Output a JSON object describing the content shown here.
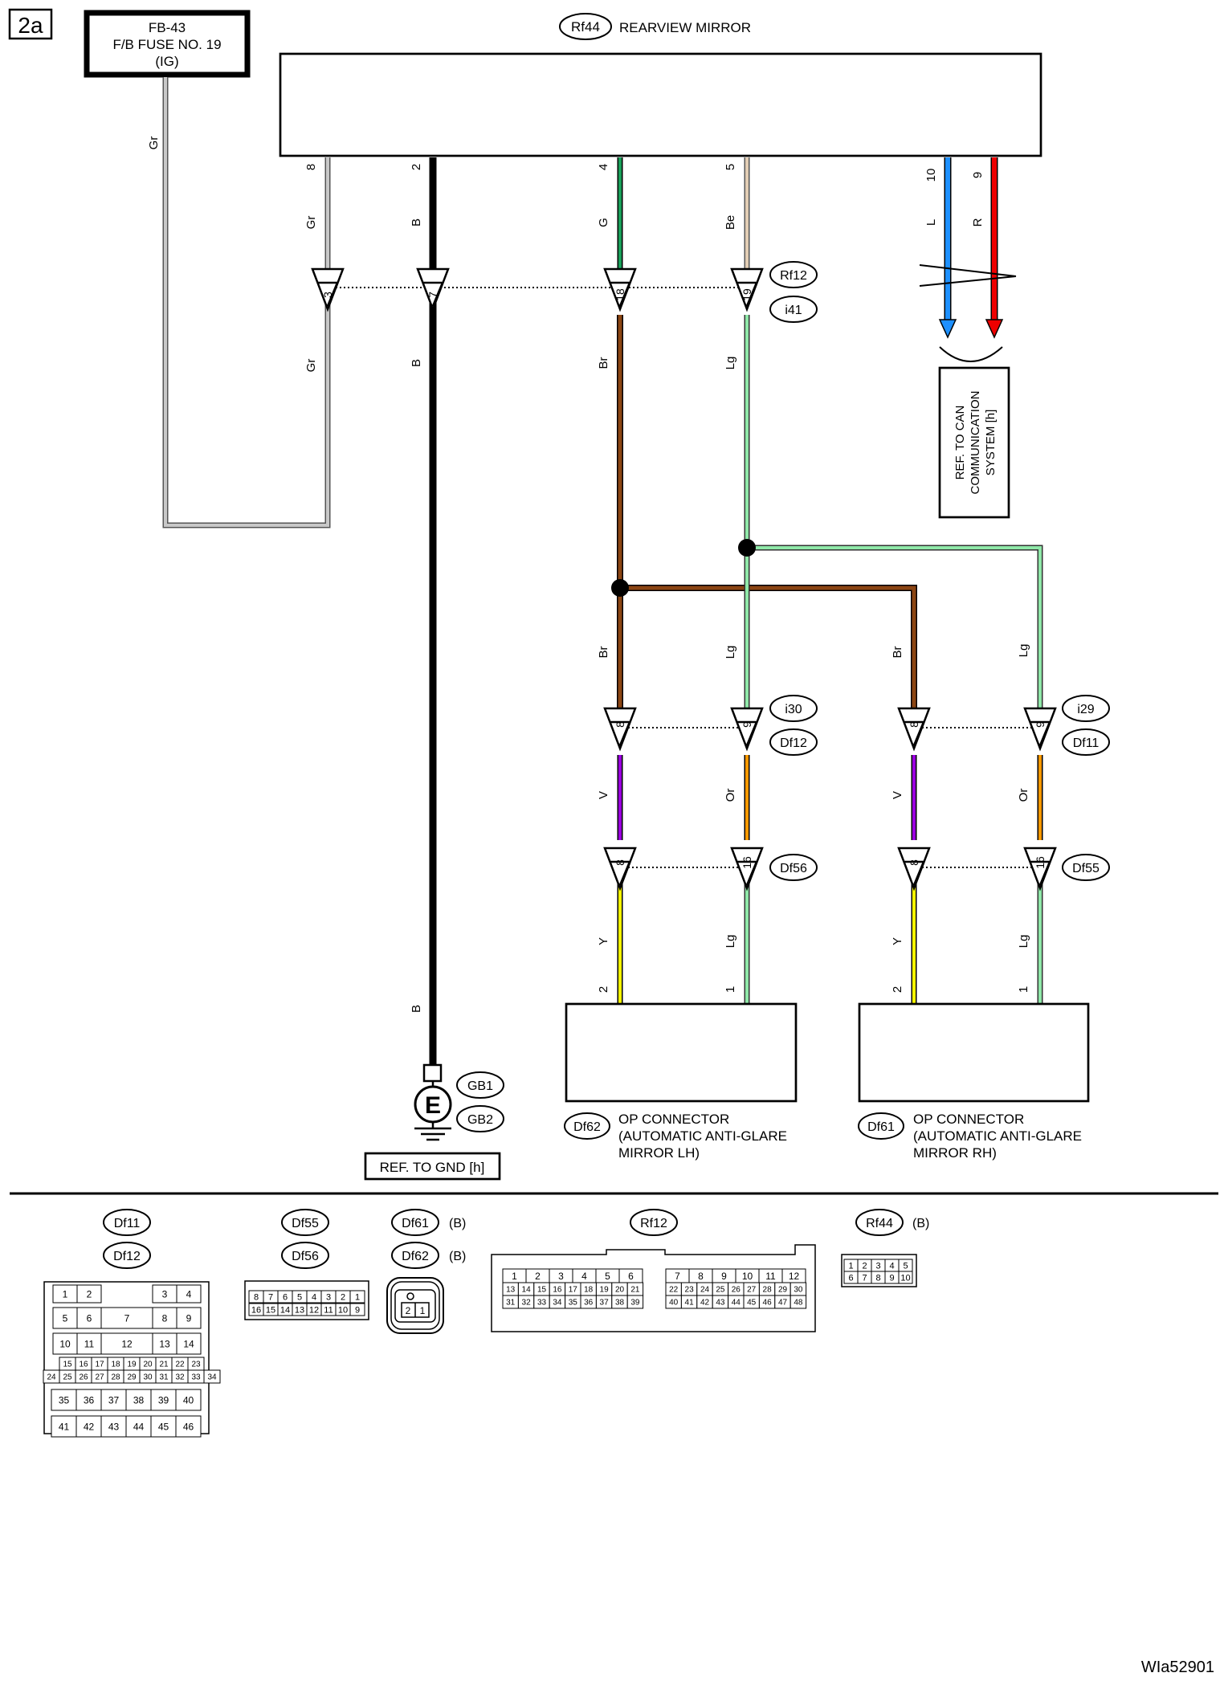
{
  "page_label": "2a",
  "doc_code": "WIa52901",
  "fuse": {
    "line1": "FB-43",
    "line2": "F/B FUSE NO. 19",
    "line3": "(IG)",
    "wire": "Gr"
  },
  "mirror": {
    "connector": "Rf44",
    "title": "REARVIEW MIRROR"
  },
  "mirror_pins": [
    {
      "pin": "8",
      "color_code": "Gr"
    },
    {
      "pin": "2",
      "color_code": "B"
    },
    {
      "pin": "4",
      "color_code": "G"
    },
    {
      "pin": "5",
      "color_code": "Be"
    },
    {
      "pin": "10",
      "color_code": "L"
    },
    {
      "pin": "9",
      "color_code": "R"
    }
  ],
  "inline_connectors": {
    "rf12_i41": {
      "labels": [
        "Rf12",
        "i41"
      ],
      "pins": [
        "3",
        "7",
        "18",
        "19"
      ]
    },
    "i30_df12": {
      "labels": [
        "i30",
        "Df12"
      ],
      "pins": [
        "8",
        "9"
      ]
    },
    "i29_df11": {
      "labels": [
        "i29",
        "Df11"
      ],
      "pins": [
        "8",
        "9"
      ]
    },
    "df56": {
      "label": "Df56",
      "pins": [
        "8",
        "16"
      ]
    },
    "df55": {
      "label": "Df55",
      "pins": [
        "8",
        "16"
      ]
    }
  },
  "wire_labels": {
    "gr_lower": "Gr",
    "b_mid": "B",
    "b_lower": "B",
    "br_upper": "Br",
    "lg_upper": "Lg",
    "br_lh": "Br",
    "lg_lh": "Lg",
    "br_rh": "Br",
    "lg_rh": "Lg",
    "v_lh": "V",
    "or_lh": "Or",
    "v_rh": "V",
    "or_rh": "Or",
    "y_lh": "Y",
    "lg_lh_low": "Lg",
    "y_rh": "Y",
    "lg_rh_low": "Lg"
  },
  "can_ref": {
    "lines": [
      "REF. TO CAN",
      "COMMUNICATION",
      "SYSTEM [h]"
    ]
  },
  "ground": {
    "symbol": "E",
    "labels": [
      "GB1",
      "GB2"
    ],
    "ref": "REF. TO GND [h]"
  },
  "op_lh": {
    "connector": "Df62",
    "pins": [
      "2",
      "1"
    ],
    "lines": [
      "OP CONNECTOR",
      "(AUTOMATIC ANTI-GLARE",
      "MIRROR LH)"
    ]
  },
  "op_rh": {
    "connector": "Df61",
    "pins": [
      "2",
      "1"
    ],
    "lines": [
      "OP CONNECTOR",
      "(AUTOMATIC ANTI-GLARE",
      "MIRROR RH)"
    ]
  },
  "legend": {
    "df11_df12": {
      "labels": [
        "Df11",
        "Df12"
      ],
      "rows": [
        [
          "1",
          "2",
          "",
          "3",
          "4"
        ],
        [
          "5",
          "6",
          "7",
          "8",
          "9"
        ],
        [
          "10",
          "11",
          "12",
          "13",
          "14"
        ],
        [
          "15",
          "16",
          "17",
          "18",
          "19",
          "20",
          "21",
          "22",
          "23"
        ],
        [
          "24",
          "25",
          "26",
          "27",
          "28",
          "29",
          "30",
          "31",
          "32",
          "33",
          "34"
        ],
        [
          "35",
          "36",
          "37",
          "38",
          "39",
          "40"
        ],
        [
          "41",
          "42",
          "43",
          "44",
          "45",
          "46"
        ]
      ]
    },
    "df55_df56": {
      "labels": [
        "Df55",
        "Df56"
      ],
      "rows": [
        [
          "8",
          "7",
          "6",
          "5",
          "4",
          "3",
          "2",
          "1"
        ],
        [
          "16",
          "15",
          "14",
          "13",
          "12",
          "11",
          "10",
          "9"
        ]
      ]
    },
    "df61_df62": {
      "labels": [
        "Df61",
        "Df62"
      ],
      "suffix": "(B)",
      "pins": [
        "2",
        "1"
      ]
    },
    "rf12": {
      "label": "Rf12",
      "left": [
        [
          "1",
          "2",
          "3",
          "4",
          "5",
          "6"
        ],
        [
          "13",
          "14",
          "15",
          "16",
          "17",
          "18",
          "19",
          "20",
          "21"
        ],
        [
          "31",
          "32",
          "33",
          "34",
          "35",
          "36",
          "37",
          "38",
          "39"
        ]
      ],
      "right": [
        [
          "7",
          "8",
          "9",
          "10",
          "11",
          "12"
        ],
        [
          "22",
          "23",
          "24",
          "25",
          "26",
          "27",
          "28",
          "29",
          "30"
        ],
        [
          "40",
          "41",
          "42",
          "43",
          "44",
          "45",
          "46",
          "47",
          "48"
        ]
      ]
    },
    "rf44": {
      "label": "Rf44",
      "suffix": "(B)",
      "rows": [
        [
          "1",
          "2",
          "3",
          "4",
          "5"
        ],
        [
          "6",
          "7",
          "8",
          "9",
          "10"
        ]
      ]
    }
  },
  "colors": {
    "Gr": "#c8c8c8",
    "B": "#000000",
    "G": "#1aa05a",
    "Be": "#e2cdb4",
    "L": "#1e90ff",
    "R": "#ee0000",
    "Br": "#8b4513",
    "Lg": "#8fe8a8",
    "V": "#9b00e0",
    "Or": "#ff9900",
    "Y": "#ffff00"
  }
}
